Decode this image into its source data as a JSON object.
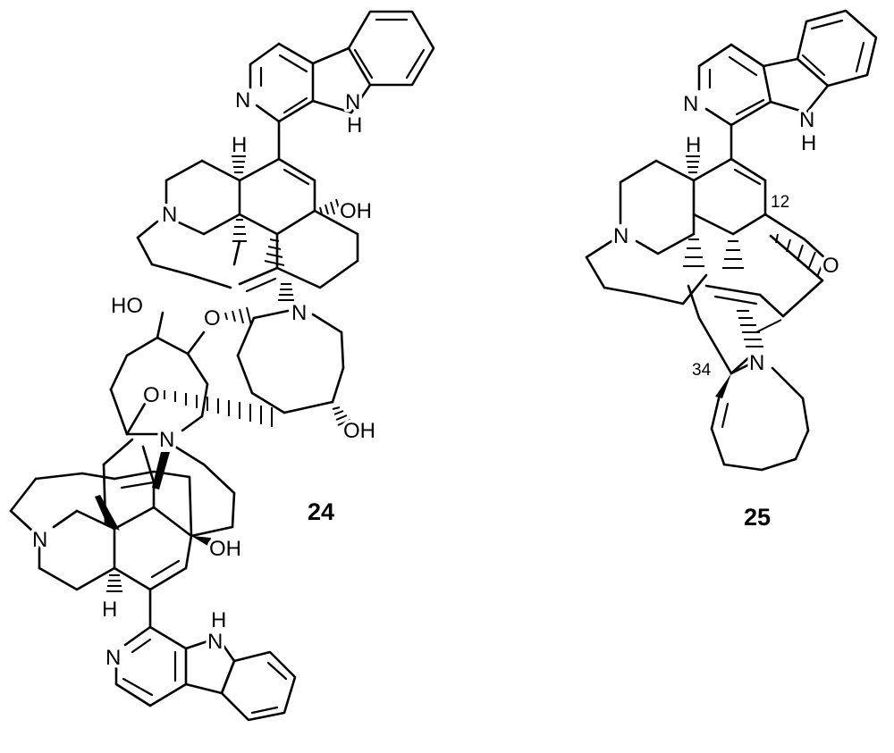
{
  "compounds": [
    {
      "id": "24",
      "atom_labels": {
        "pyridine_n_top": "N",
        "indole_nh_top": "N",
        "indole_h_top": "H",
        "ring_h_top": "H",
        "hydroxyl_top": "OH",
        "amine_n_top": "N",
        "diol_oh": "HO",
        "ether_o_upper": "O",
        "azocine_n": "N",
        "ether_o_lower": "O",
        "azocine_oh": "OH",
        "aminal_n": "N",
        "amine_n_bottom": "N",
        "hydroxyl_bottom": "OH",
        "ring_h_bottom": "H",
        "pyridine_n_bottom": "N",
        "indole_h_bottom": "H",
        "indole_nh_bottom": "N"
      }
    },
    {
      "id": "25",
      "atom_labels": {
        "pyridine_n": "N",
        "indole_nh": "N",
        "indole_h": "H",
        "ring_h": "H",
        "amine_n": "N",
        "epoxide_o": "O",
        "azocine_n": "N"
      },
      "locants": [
        "12",
        "34"
      ]
    }
  ]
}
